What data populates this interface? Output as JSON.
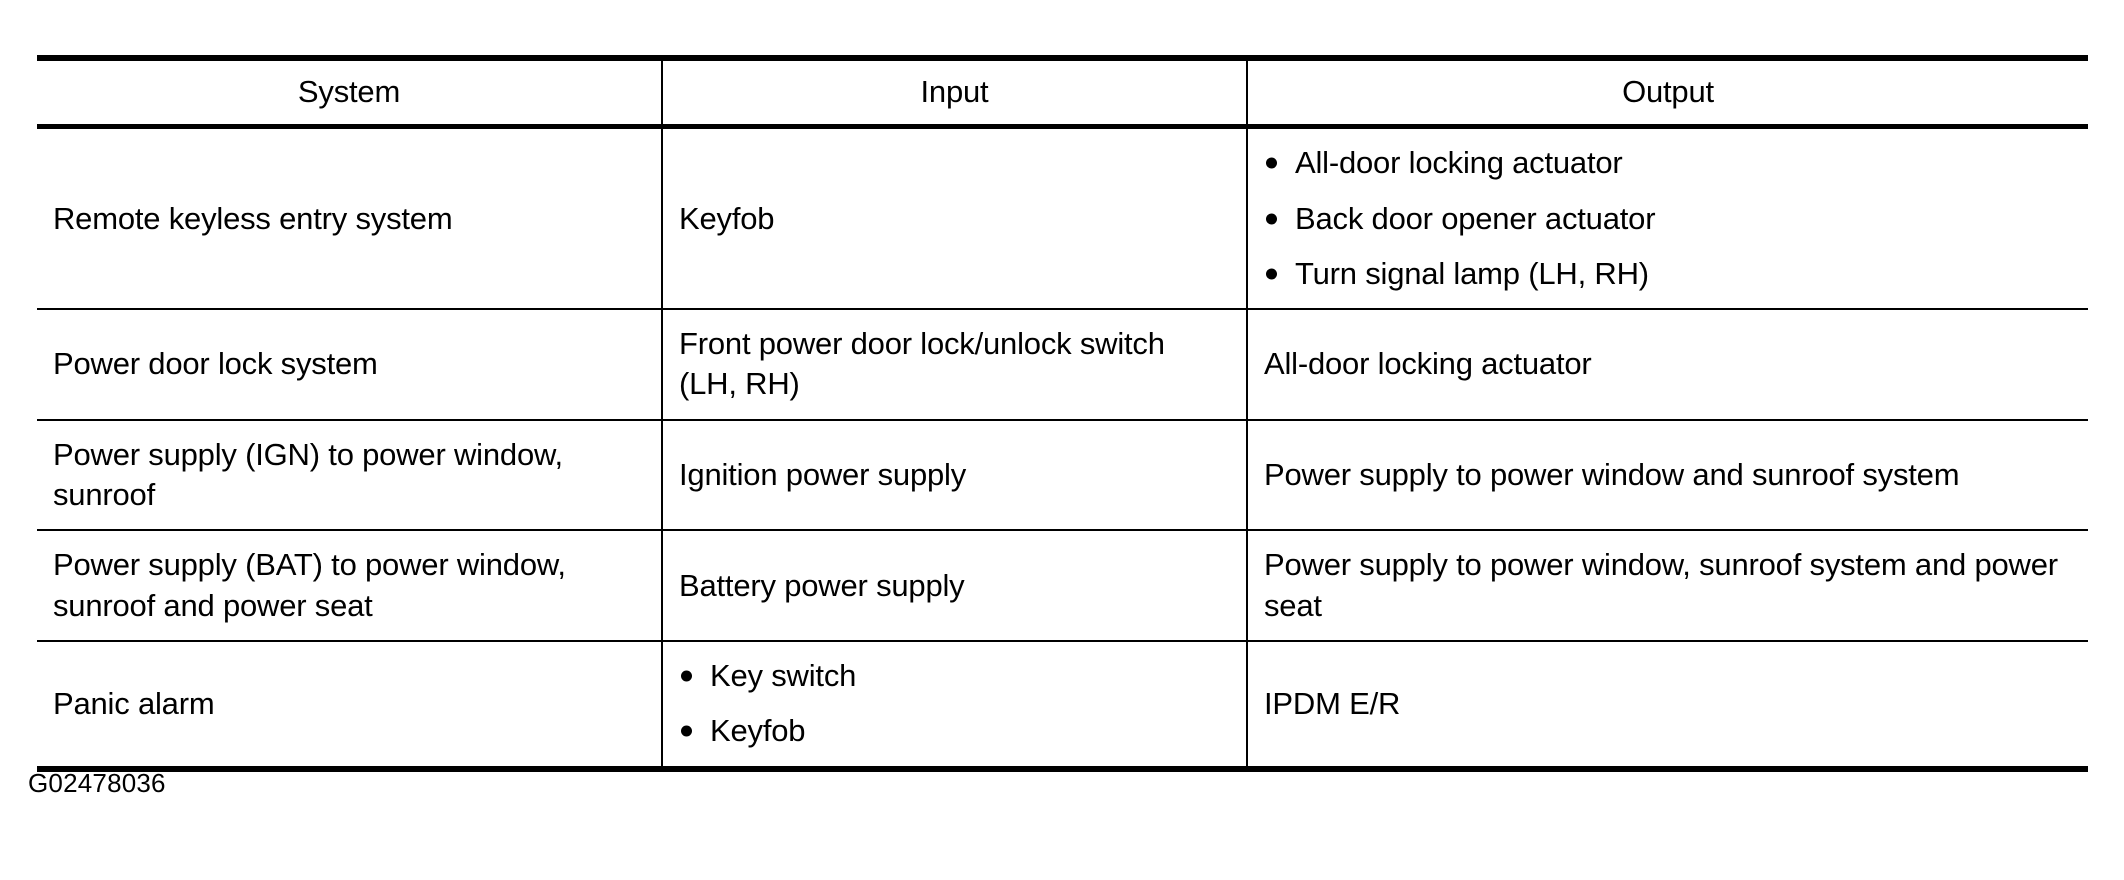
{
  "table": {
    "columns": [
      {
        "key": "system",
        "label": "System"
      },
      {
        "key": "input",
        "label": "Input"
      },
      {
        "key": "output",
        "label": "Output"
      }
    ],
    "rows": [
      {
        "system": "Remote keyless entry system",
        "input": "Keyfob",
        "output_items": [
          "All-door locking actuator",
          "Back door opener actuator",
          "Turn signal lamp (LH, RH)"
        ]
      },
      {
        "system": "Power door lock system",
        "input": "Front power door lock/unlock switch (LH, RH)",
        "output": "All-door locking actuator"
      },
      {
        "system": "Power supply (IGN) to power window, sunroof",
        "input": "Ignition power supply",
        "output": "Power supply to power window and sunroof system"
      },
      {
        "system": "Power supply (BAT) to power window, sunroof and power seat",
        "input": "Battery power supply",
        "output": "Power supply to power window, sunroof system and power seat"
      },
      {
        "system": "Panic alarm",
        "input_items": [
          "Key switch",
          "Keyfob"
        ],
        "output": "IPDM E/R"
      }
    ]
  },
  "figure": {
    "id": "G02478036"
  },
  "colors": {
    "rule": "#000000",
    "text": "#000000",
    "background": "#ffffff"
  }
}
